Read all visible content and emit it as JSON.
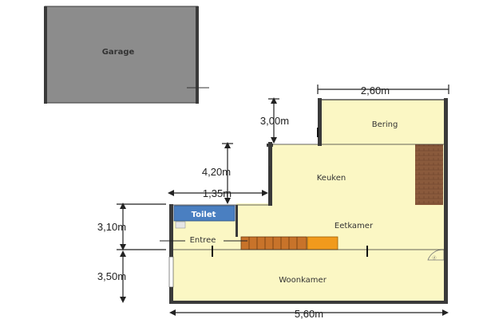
{
  "rooms": {
    "garage": "Garage",
    "bering": "Bering",
    "keuken": "Keuken",
    "eetkamer": "Eetkamer",
    "toilet": "Toilet",
    "entree": "Entree",
    "woonkamer": "Woonkamer"
  },
  "dimensions": {
    "bering_width": "2,60m",
    "bering_height": "3,00m",
    "keuken_height": "4,20m",
    "toilet_width": "1,35m",
    "eetkamer_height": "3,10m",
    "woonkamer_height": "3,50m",
    "total_width": "5,60m"
  },
  "colors": {
    "garage_fill": "#8c8c8c",
    "floor_fill": "#fbf7c4",
    "toilet_fill": "#4a7fc1",
    "stairs_fill": "#c8732a",
    "fireplace_fill": "#8a5a3c",
    "wall": "#3a3a3a",
    "orange_block": "#f19a1c"
  }
}
